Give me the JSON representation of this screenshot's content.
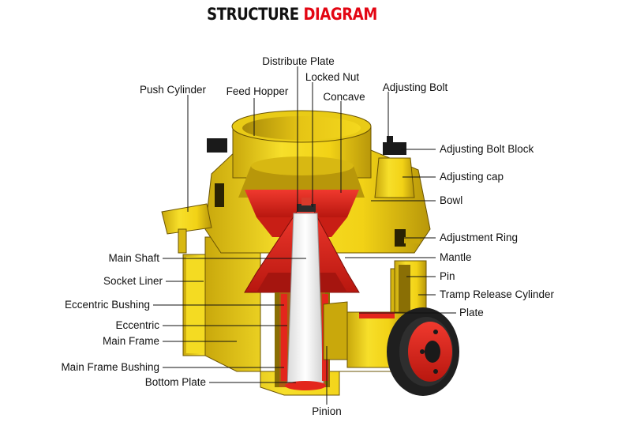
{
  "title": {
    "part1": "STRUCTURE",
    "part2": "DIAGRAM"
  },
  "colors": {
    "body": "#f2d216",
    "body_dark": "#c9a80c",
    "body_shadow": "#8a6f05",
    "red": "#e3261c",
    "red_dark": "#a5150f",
    "accent": "#e30613"
  },
  "labels": {
    "distribute_plate": "Distribute Plate",
    "locked_nut": "Locked Nut",
    "concave": "Concave",
    "push_cylinder": "Push Cylinder",
    "feed_hopper": "Feed Hopper",
    "adjusting_bolt": "Adjusting Bolt",
    "adjusting_bolt_block": "Adjusting Bolt Block",
    "adjusting_cap": "Adjusting cap",
    "bowl": "Bowl",
    "adjustment_ring": "Adjustment Ring",
    "mantle": "Mantle",
    "pin": "Pin",
    "tramp_release_cylinder": "Tramp Release Cylinder",
    "plate": "Plate",
    "main_shaft": "Main Shaft",
    "socket_liner": "Socket Liner",
    "eccentric_bushing": "Eccentric Bushing",
    "eccentric": "Eccentric",
    "main_frame": "Main Frame",
    "main_frame_bushing": "Main Frame Bushing",
    "bottom_plate": "Bottom Plate",
    "pinion": "Pinion"
  }
}
